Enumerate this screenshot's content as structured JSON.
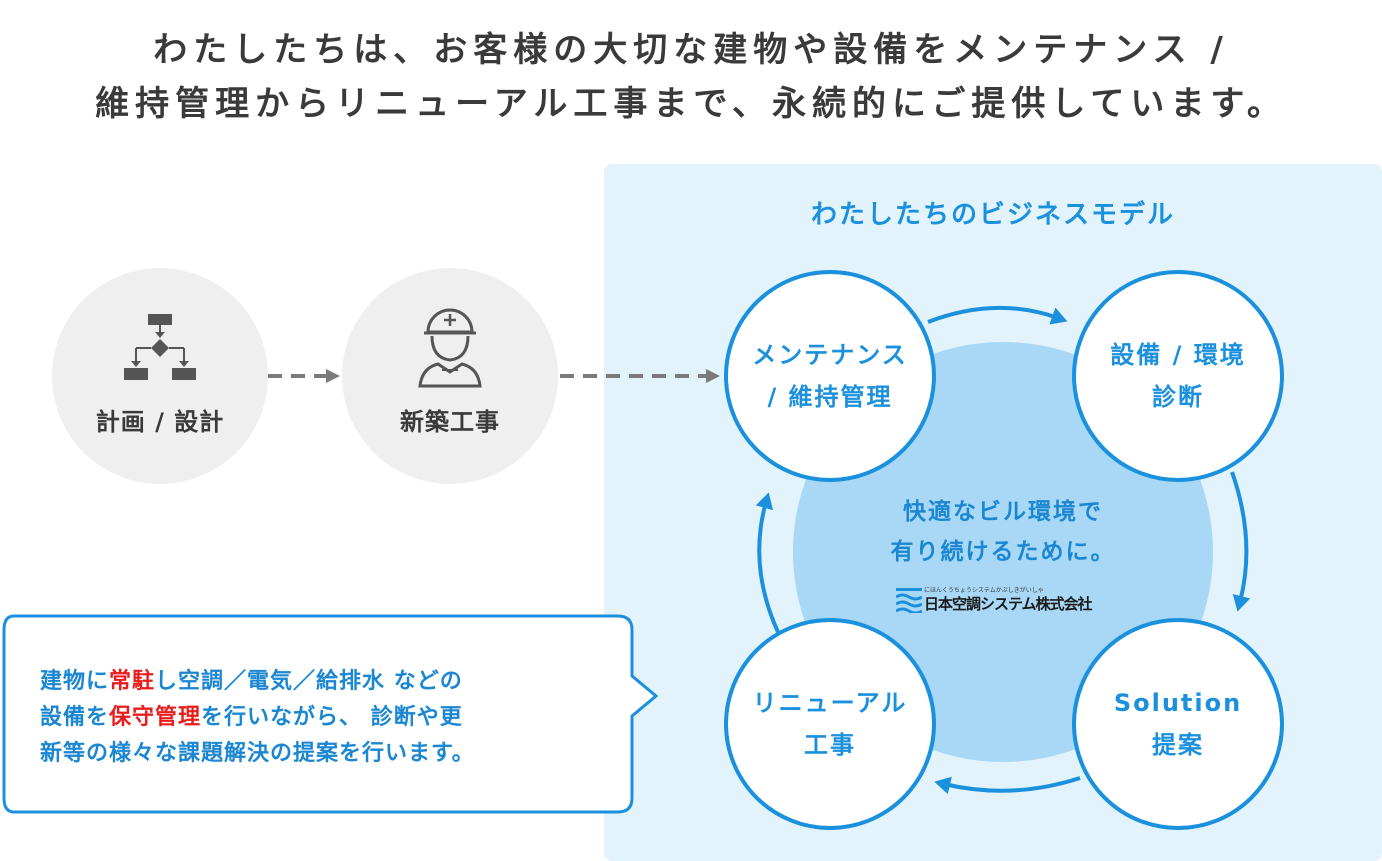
{
  "headline": {
    "line1": "わたしたちは、お客様の大切な建物や設備をメンテナンス /",
    "line2": "維持管理からリニューアル工事まで、永続的にご提供しています。"
  },
  "flow": {
    "steps": [
      {
        "label": "計画 / 設計",
        "icon": "flowchart-icon"
      },
      {
        "label": "新築工事",
        "icon": "worker-helmet-icon"
      }
    ]
  },
  "business_model": {
    "title": "わたしたちのビジネスモデル",
    "center": {
      "line1": "快適なビル環境で",
      "line2": "有り続けるために。"
    },
    "logo": {
      "small_text": "にほんくうちょうシステムかぶしきがいしゃ",
      "name": "日本空調システム株式会社"
    },
    "nodes": {
      "maintenance": {
        "line1": "メンテナンス",
        "line2": "/ 維持管理"
      },
      "diagnosis": {
        "line1": "設備 / 環境",
        "line2": "診断"
      },
      "solution": {
        "line1": "Solution",
        "line2": "提案"
      },
      "renewal": {
        "line1": "リニューアル",
        "line2": "工事"
      }
    }
  },
  "callout": {
    "l1a": "建物に",
    "l1b": "常駐",
    "l1c": "し空調／電気／給排水 などの",
    "l2a": "設備を",
    "l2b": "保守管理",
    "l2c": "を行いながら、 診断や更",
    "l3": "新等の様々な課題解決の提案を行います。"
  },
  "colors": {
    "accent": "#1b91de",
    "highlight": "#ea1c1c",
    "panel_bg": "#e3f3fc",
    "center_fill": "#a8d8f5"
  }
}
